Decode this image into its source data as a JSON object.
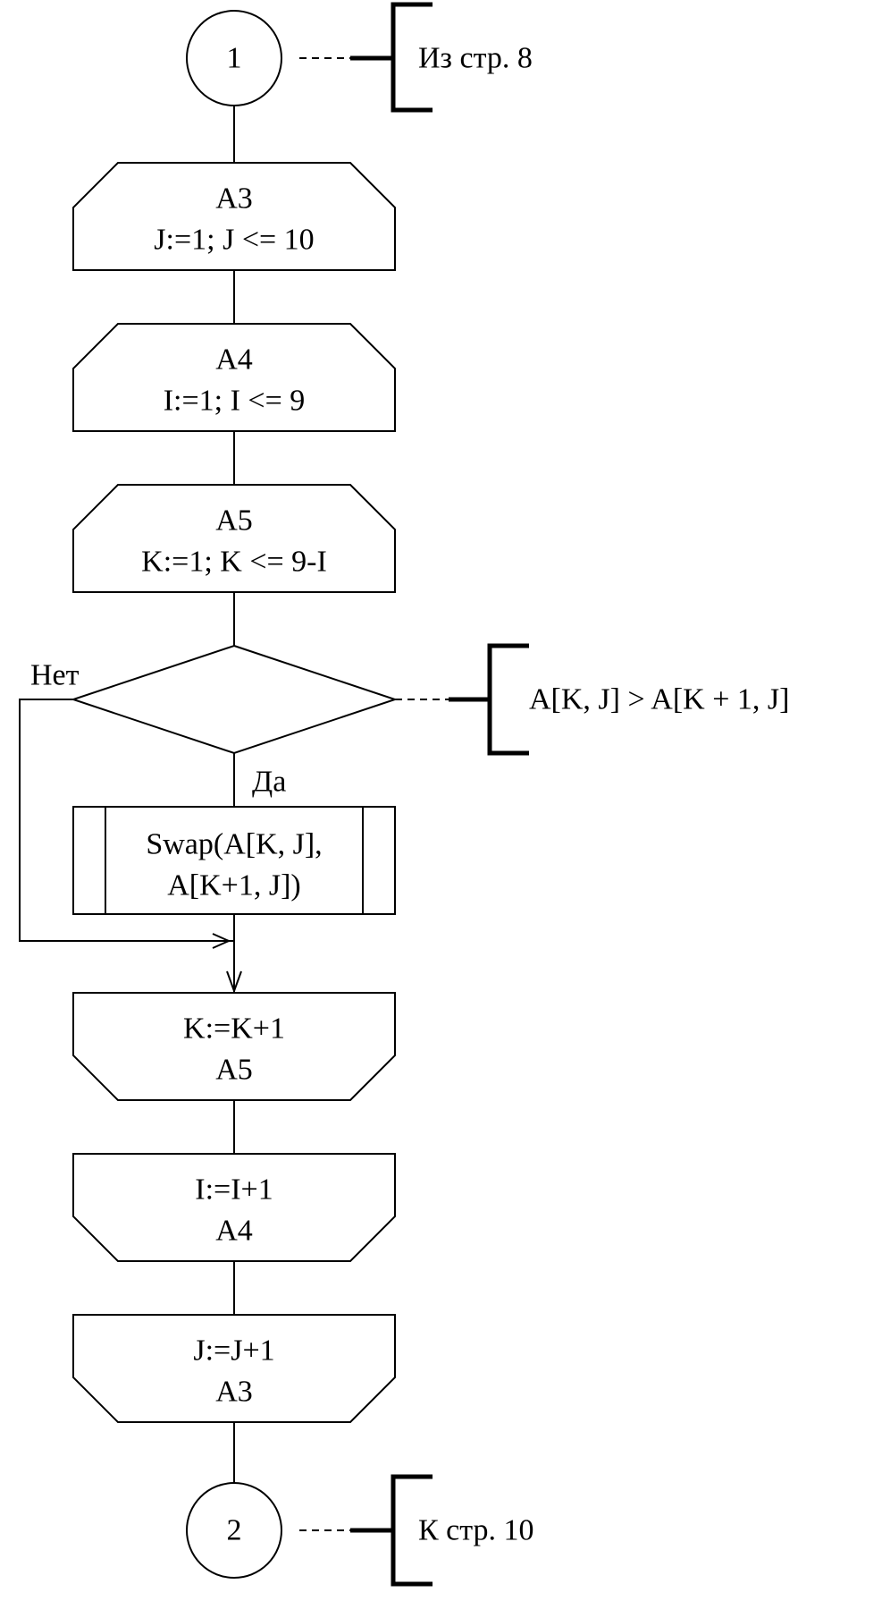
{
  "connectors": {
    "top": {
      "number": "1",
      "note": "Из стр. 8"
    },
    "bottom": {
      "number": "2",
      "note": "К стр. 10"
    }
  },
  "loop_starts": {
    "a3": {
      "name": "A3",
      "condition": "J:=1; J <= 10"
    },
    "a4": {
      "name": "A4",
      "condition": "I:=1; I <= 9"
    },
    "a5": {
      "name": "A5",
      "condition": "K:=1; K <= 9-I"
    }
  },
  "decision": {
    "comment": "A[K, J] > A[K + 1, J]",
    "no_label": "Нет",
    "yes_label": "Да"
  },
  "process": {
    "line1": "Swap(A[K, J],",
    "line2": "A[K+1, J])"
  },
  "loop_ends": {
    "a5": {
      "step": "K:=K+1",
      "name": "A5"
    },
    "a4": {
      "step": "I:=I+1",
      "name": "A4"
    },
    "a3": {
      "step": "J:=J+1",
      "name": "A3"
    }
  }
}
